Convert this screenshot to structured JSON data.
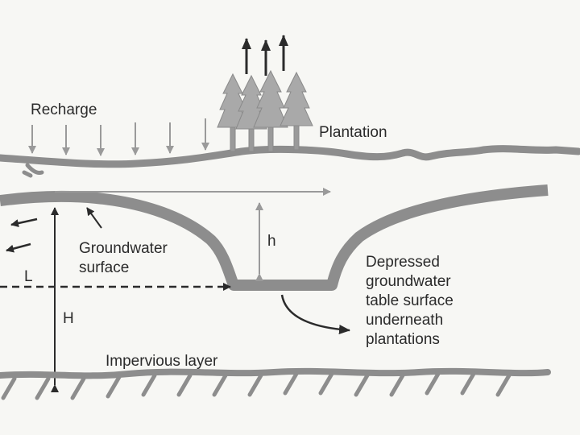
{
  "labels": {
    "recharge": "Recharge",
    "plantation": "Plantation",
    "h": "h",
    "groundwater_surface": "Groundwater\nsurface",
    "L": "L",
    "H": "H",
    "depressed_table": "Depressed\ngroundwater\ntable surface\nunderneath\nplantations",
    "impervious_layer": "Impervious layer"
  },
  "colors": {
    "line": "#2b2b2b",
    "band": "#8d8d8d",
    "tree": "#a9a9a9",
    "arrow_gray": "#9a9a9a",
    "background": "#f7f7f4"
  },
  "icons": {
    "tree": "conifer-tree-icon",
    "transpiration": "up-arrow-icon"
  }
}
